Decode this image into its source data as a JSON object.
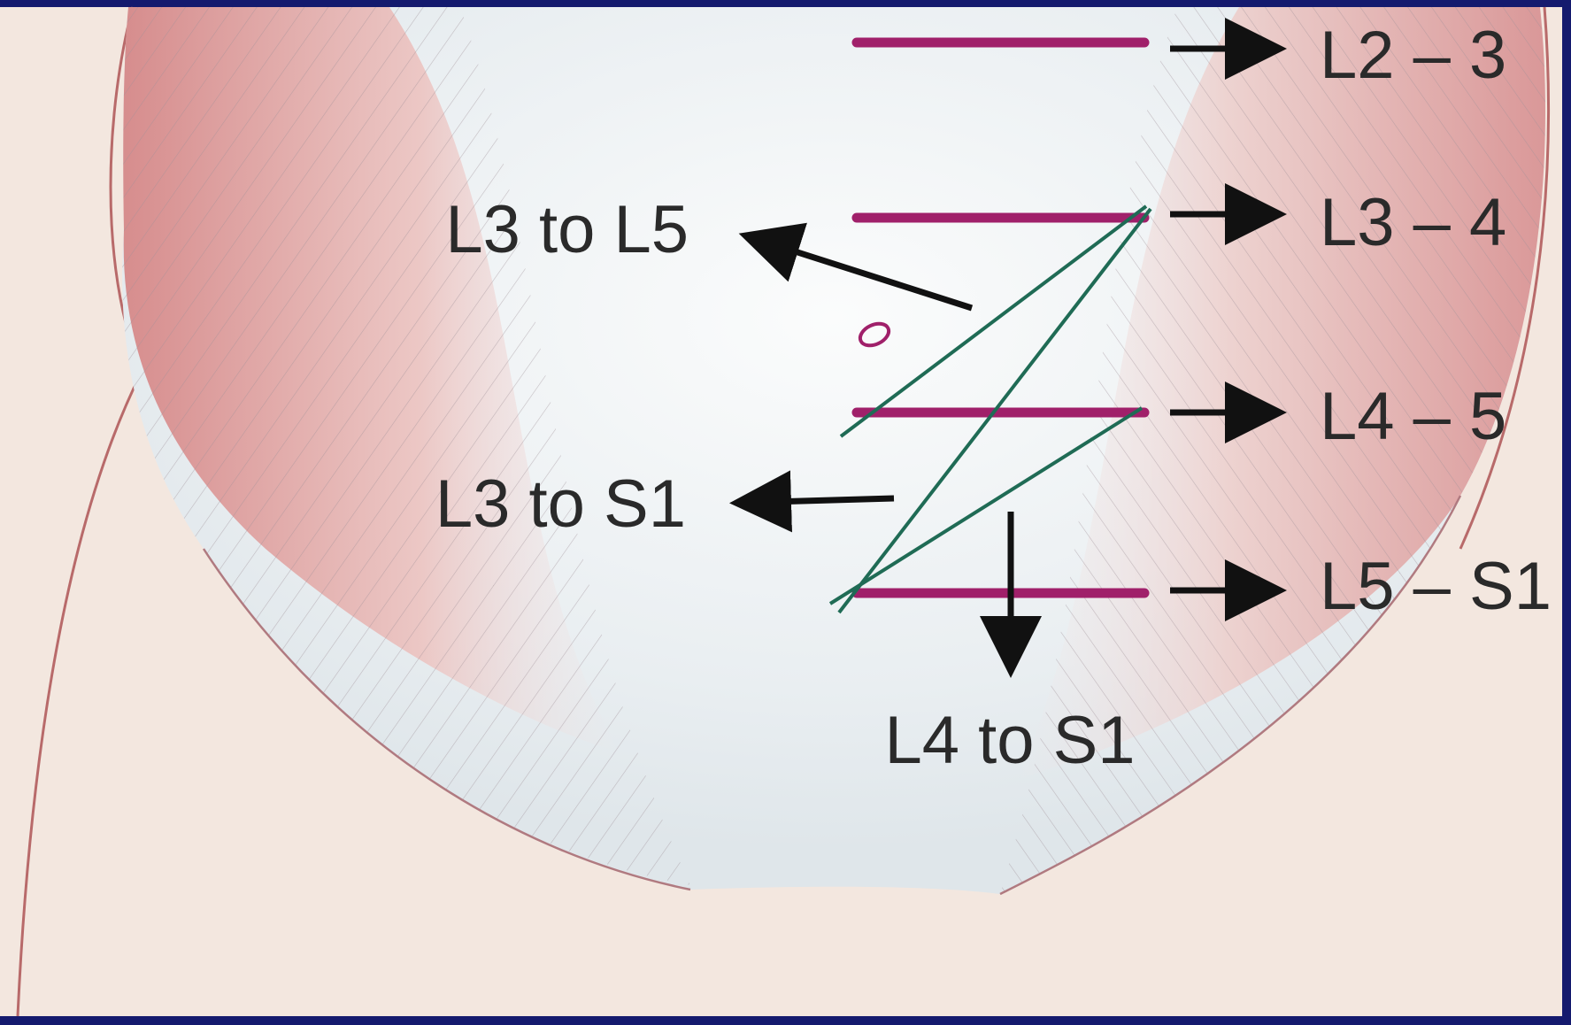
{
  "colors": {
    "frame": "#141a6e",
    "background": "#e6ebed",
    "skin": "#f6e4d6",
    "muscle_red": "#d98d8d",
    "fascia": "#f4f6f7",
    "incision_magenta": "#a0206a",
    "oblique_green": "#1f6b55",
    "arrow": "#111111",
    "label": "#2a2a2a"
  },
  "diagram": {
    "labels": {
      "l2_3": "L2 – 3",
      "l3_4": "L3 – 4",
      "l4_5": "L4 – 5",
      "l5_s1": "L5 – S1",
      "l3_to_l5": "L3 to L5",
      "l3_to_s1": "L3 to S1",
      "l4_to_s1": "L4 to S1"
    },
    "icons": {
      "navel": "umbilicus-icon"
    }
  }
}
